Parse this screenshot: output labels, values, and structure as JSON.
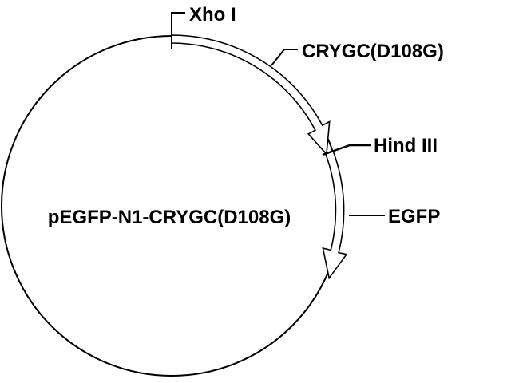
{
  "plasmid": {
    "name": "pEGFP-N1-CRYGC(D108G)"
  },
  "sites": {
    "xho": "Xho I",
    "hind": "Hind III"
  },
  "features": {
    "insert": "CRYGC(D108G)",
    "reporter": "EGFP"
  },
  "colors": {
    "stroke": "#000000",
    "fill": "#ffffff"
  }
}
